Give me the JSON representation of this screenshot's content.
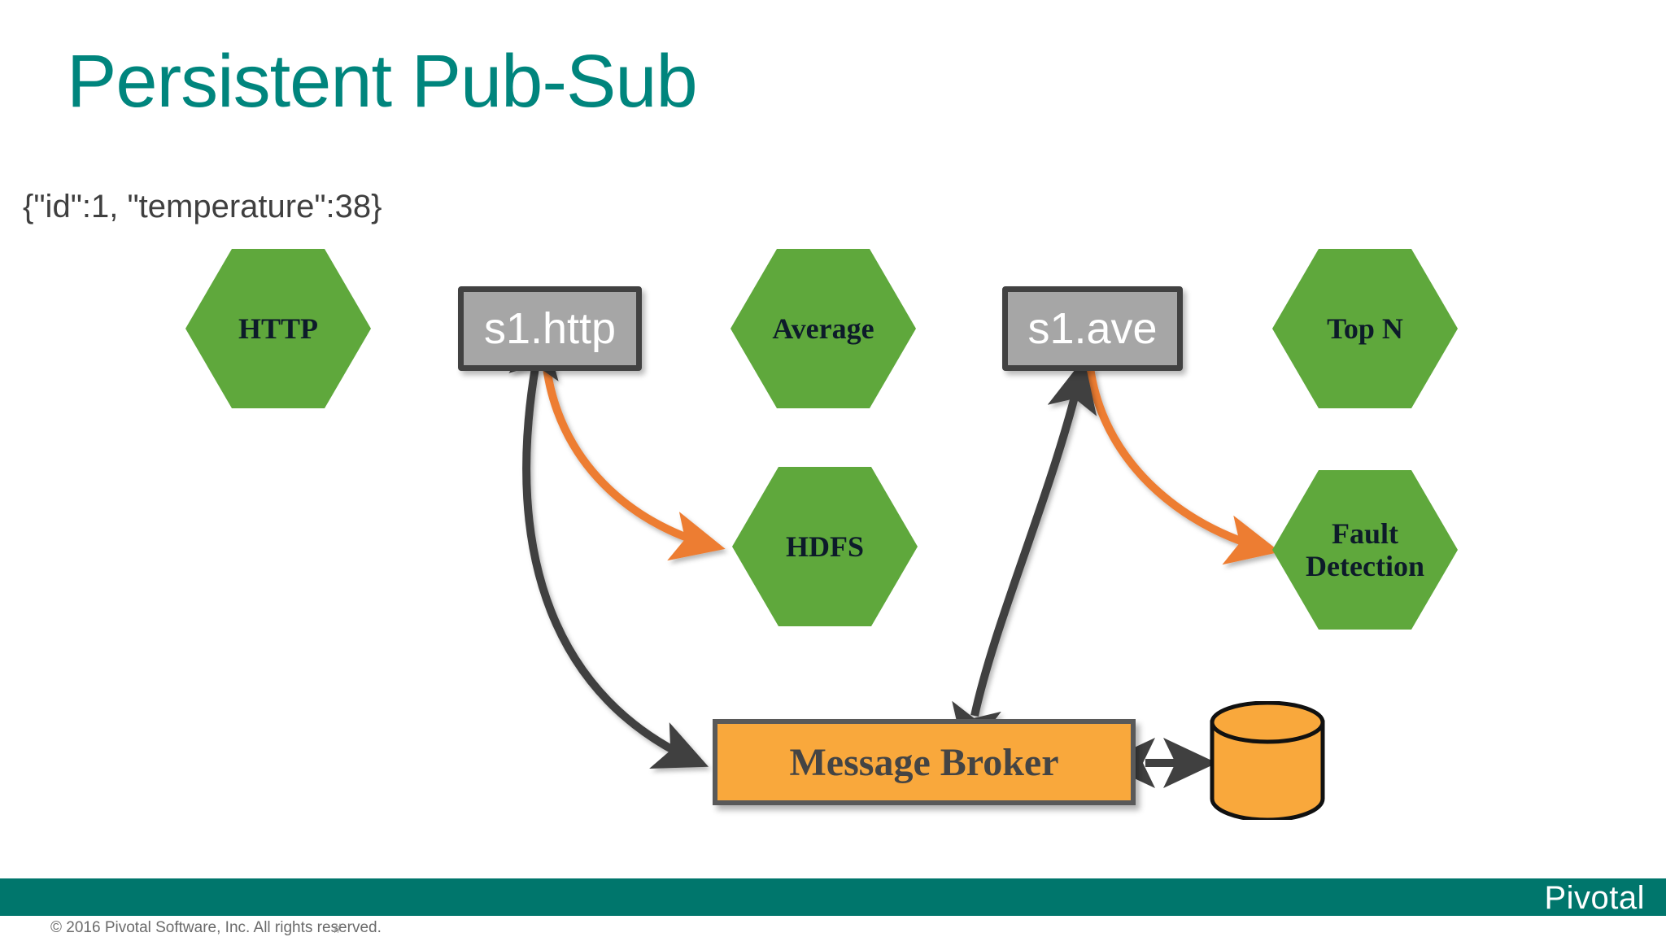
{
  "slide": {
    "title": "Persistent Pub-Sub",
    "sample_payload": "{\"id\":1, \"temperature\":38}"
  },
  "colors": {
    "title_teal": "#00857d",
    "footer_teal": "#00766c",
    "hexagon_green": "#5fa83c",
    "process_gray": "#a6a6a6",
    "process_border": "#414141",
    "broker_orange": "#f9a83c",
    "broker_border": "#595959",
    "orange_arrow": "#ed7d31",
    "dark_arrow": "#404040"
  },
  "nodes": {
    "http": {
      "label": "HTTP",
      "type": "hexagon"
    },
    "s1_http": {
      "label": "s1.http",
      "type": "process-box"
    },
    "average": {
      "label": "Average",
      "type": "hexagon"
    },
    "s1_ave": {
      "label": "s1.ave",
      "type": "process-box"
    },
    "top_n": {
      "label": "Top N",
      "type": "hexagon"
    },
    "hdfs": {
      "label": "HDFS",
      "type": "hexagon"
    },
    "fault_detection": {
      "label_line1": "Fault",
      "label_line2": "Detection",
      "type": "hexagon"
    },
    "message_broker": {
      "label": "Message Broker",
      "type": "box"
    },
    "database": {
      "label": "",
      "type": "cylinder"
    }
  },
  "edges": [
    {
      "from": "http",
      "to": "s1_http",
      "color": "orange",
      "style": "straight"
    },
    {
      "from": "s1_http",
      "to": "average",
      "color": "orange",
      "style": "straight"
    },
    {
      "from": "average",
      "to": "s1_ave",
      "color": "orange",
      "style": "straight"
    },
    {
      "from": "s1_ave",
      "to": "top_n",
      "color": "orange",
      "style": "straight"
    },
    {
      "from": "s1_http",
      "to": "hdfs",
      "color": "orange",
      "style": "curved"
    },
    {
      "from": "s1_ave",
      "to": "fault_detection",
      "color": "orange",
      "style": "curved"
    },
    {
      "from": "s1_http",
      "to": "message_broker",
      "color": "dark",
      "style": "curved-bidirectional"
    },
    {
      "from": "message_broker",
      "to": "s1_ave",
      "color": "dark",
      "style": "curved-bidirectional"
    },
    {
      "from": "message_broker",
      "to": "database",
      "color": "dark",
      "style": "bidirectional"
    }
  ],
  "footer": {
    "logo": "Pivotal",
    "copyright": "© 2016 Pivotal Software, Inc. All rights reserved.",
    "page_number": "#"
  }
}
